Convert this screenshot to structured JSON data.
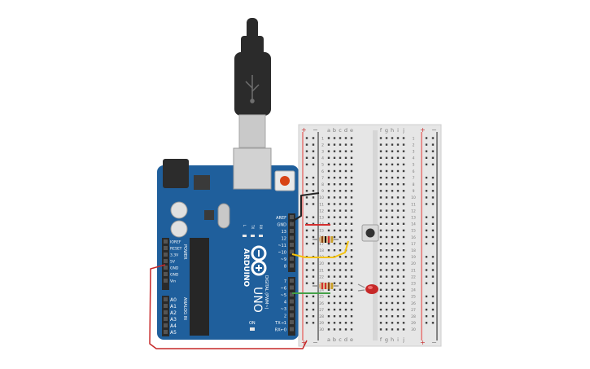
{
  "arduino": {
    "brand_text": "ARDUINO",
    "model_text": "UNO",
    "power_header_title": "POWER",
    "analog_header_title": "ANALOG IN",
    "digital_header_title": "DIGITAL (PWM~)",
    "power_pins": [
      "IOREF",
      "RESET",
      "3.3V",
      "5V",
      "GND",
      "GND",
      "Vin"
    ],
    "analog_pins": [
      "A0",
      "A1",
      "A2",
      "A3",
      "A4",
      "A5"
    ],
    "top_labels": [
      "AREF",
      "GND",
      "13",
      "12",
      "~11",
      "~10",
      "~9",
      "8"
    ],
    "bottom_labels": [
      "7",
      "~6",
      "~5",
      "4",
      "~3",
      "2",
      "TX→1",
      "RX←0"
    ],
    "led_labels": [
      "L",
      "TX",
      "RX"
    ],
    "on_label": "ON"
  },
  "breadboard": {
    "column_letters_left": [
      "a",
      "b",
      "c",
      "d",
      "e"
    ],
    "column_letters_right": [
      "f",
      "g",
      "h",
      "i",
      "j"
    ],
    "row_numbers": [
      "1",
      "2",
      "3",
      "4",
      "5",
      "6",
      "7",
      "8",
      "9",
      "10",
      "11",
      "12",
      "13",
      "14",
      "15",
      "16",
      "17",
      "18",
      "19",
      "20",
      "21",
      "22",
      "23",
      "24",
      "25",
      "26",
      "27",
      "28",
      "29",
      "30"
    ],
    "rail_plus": "+",
    "rail_minus": "−"
  },
  "components": {
    "button_color": "#333333",
    "led_color": "#c62828"
  },
  "wire_colors": {
    "gnd": "#222222",
    "power": "#d32f2f",
    "signal_button": "#f4c20d",
    "signal_led": "#43a047",
    "power_loop": "#c62828"
  },
  "colors": {
    "arduino_board": "#1f5f9c",
    "breadboard": "#e6e6e6",
    "usb_cable": "#2b2b2b"
  }
}
